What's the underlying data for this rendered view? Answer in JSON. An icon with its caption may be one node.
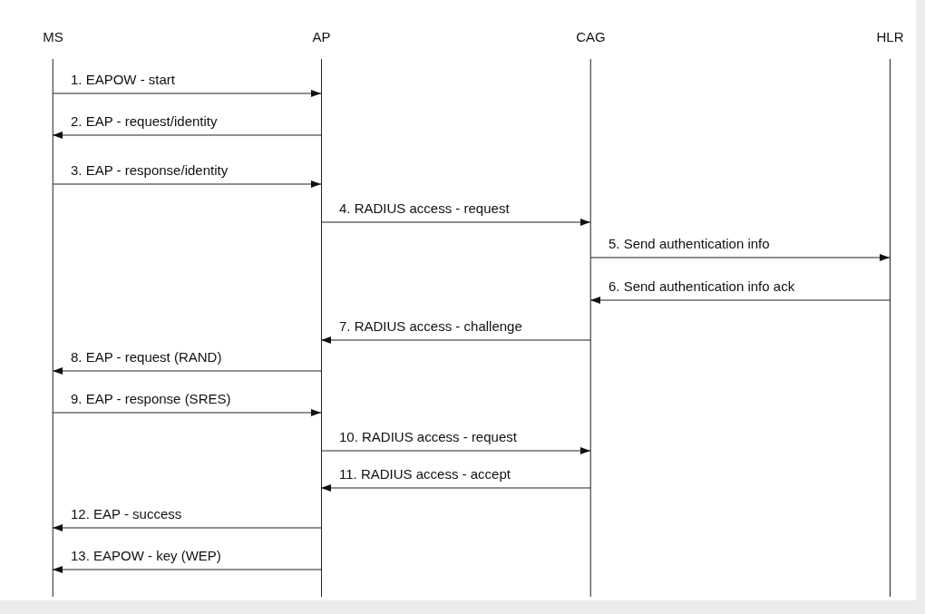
{
  "diagram": {
    "nodes": [
      {
        "text": [
          "MS"
        ]
      },
      {
        "text": [
          "AP"
        ]
      },
      {
        "text": [
          "CAG"
        ]
      },
      {
        "text": [
          "HLR"
        ]
      }
    ],
    "edges": [
      {
        "from": 0,
        "to": 1,
        "arrow": "to",
        "label": "1. EAPOW - start"
      },
      {
        "from": 1,
        "to": 0,
        "arrow": "to",
        "label": "2. EAP - request/identity"
      },
      {
        "from": 0,
        "to": 1,
        "arrow": "to",
        "label": "3. EAP - response/identity"
      },
      {
        "from": 1,
        "to": 2,
        "arrow": "to",
        "label": "4. RADIUS access - request"
      },
      {
        "from": 2,
        "to": 3,
        "arrow": "to",
        "label": "5. Send authentication info"
      },
      {
        "from": 3,
        "to": 2,
        "arrow": "to",
        "label": "6. Send authentication info ack"
      },
      {
        "from": 2,
        "to": 1,
        "arrow": "to",
        "label": "7. RADIUS access - challenge"
      },
      {
        "from": 1,
        "to": 0,
        "arrow": "to",
        "label": "8. EAP - request (RAND)"
      },
      {
        "from": 0,
        "to": 1,
        "arrow": "to",
        "label": "9. EAP - response (SRES)"
      },
      {
        "from": 1,
        "to": 2,
        "arrow": "to",
        "label": "10. RADIUS access - request"
      },
      {
        "from": 2,
        "to": 1,
        "arrow": "to",
        "label": "11. RADIUS access - accept"
      },
      {
        "from": 1,
        "to": 0,
        "arrow": "to",
        "label": "12. EAP - success"
      },
      {
        "from": 1,
        "to": 0,
        "arrow": "to",
        "label": "13. EAPOW - key (WEP)"
      }
    ]
  }
}
